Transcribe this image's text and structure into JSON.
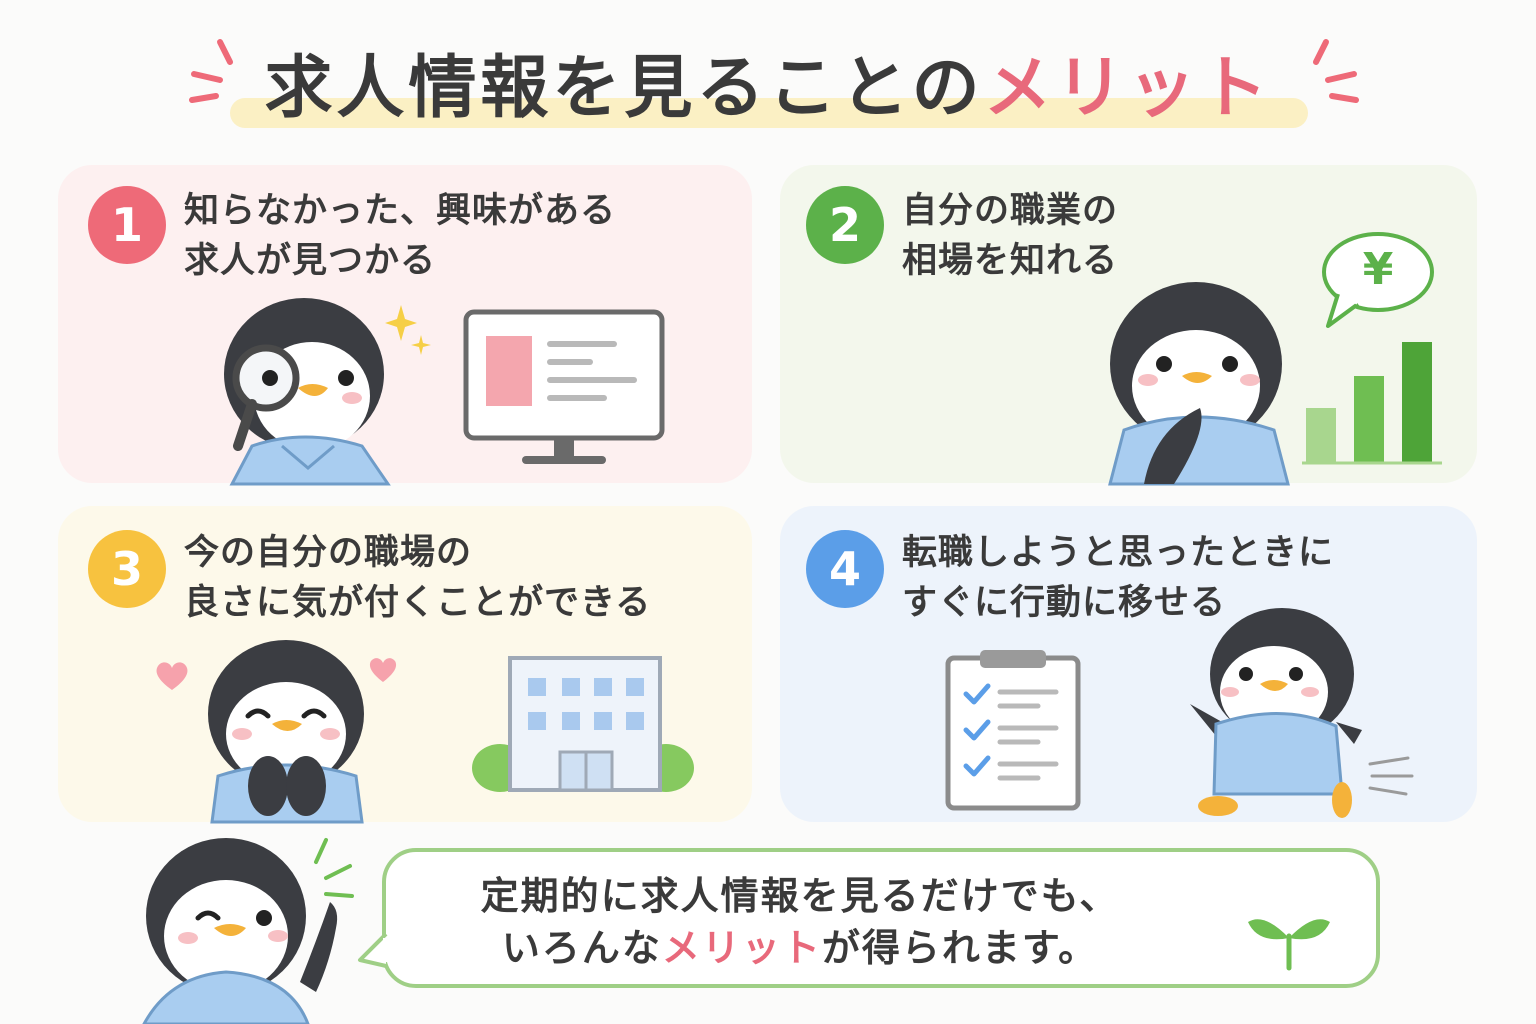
{
  "title": {
    "main": "求人情報を見ることの",
    "accent": "メリット"
  },
  "cards": [
    {
      "number": "1",
      "line1": "知らなかった、興味がある",
      "line2": "求人が見つかる",
      "color": "#ee6a78"
    },
    {
      "number": "2",
      "line1": "自分の職業の",
      "line2": "相場を知れる",
      "color": "#5cb14a",
      "speech_symbol": "¥"
    },
    {
      "number": "3",
      "line1": "今の自分の職場の",
      "line2": "良さに気が付くことができる",
      "color": "#f7c23f"
    },
    {
      "number": "4",
      "line1": "転職しようと思ったときに",
      "line2": "すぐに行動に移せる",
      "color": "#5b9ee8"
    }
  ],
  "summary": {
    "line1": "定期的に求人情報を見るだけでも、",
    "line2_pre": "いろんな",
    "line2_accent": "メリット",
    "line2_post": "が得られます。"
  },
  "colors": {
    "accent": "#e8697b",
    "green": "#5cb14a",
    "penguin_body": "#3b3d42",
    "scrubs": "#a9cdf0"
  },
  "icons": [
    "magnifier-icon",
    "monitor-icon",
    "yen-bubble-icon",
    "bar-chart-icon",
    "heart-icon",
    "building-icon",
    "clipboard-checklist-icon",
    "sprout-icon",
    "sparkle-icon"
  ]
}
